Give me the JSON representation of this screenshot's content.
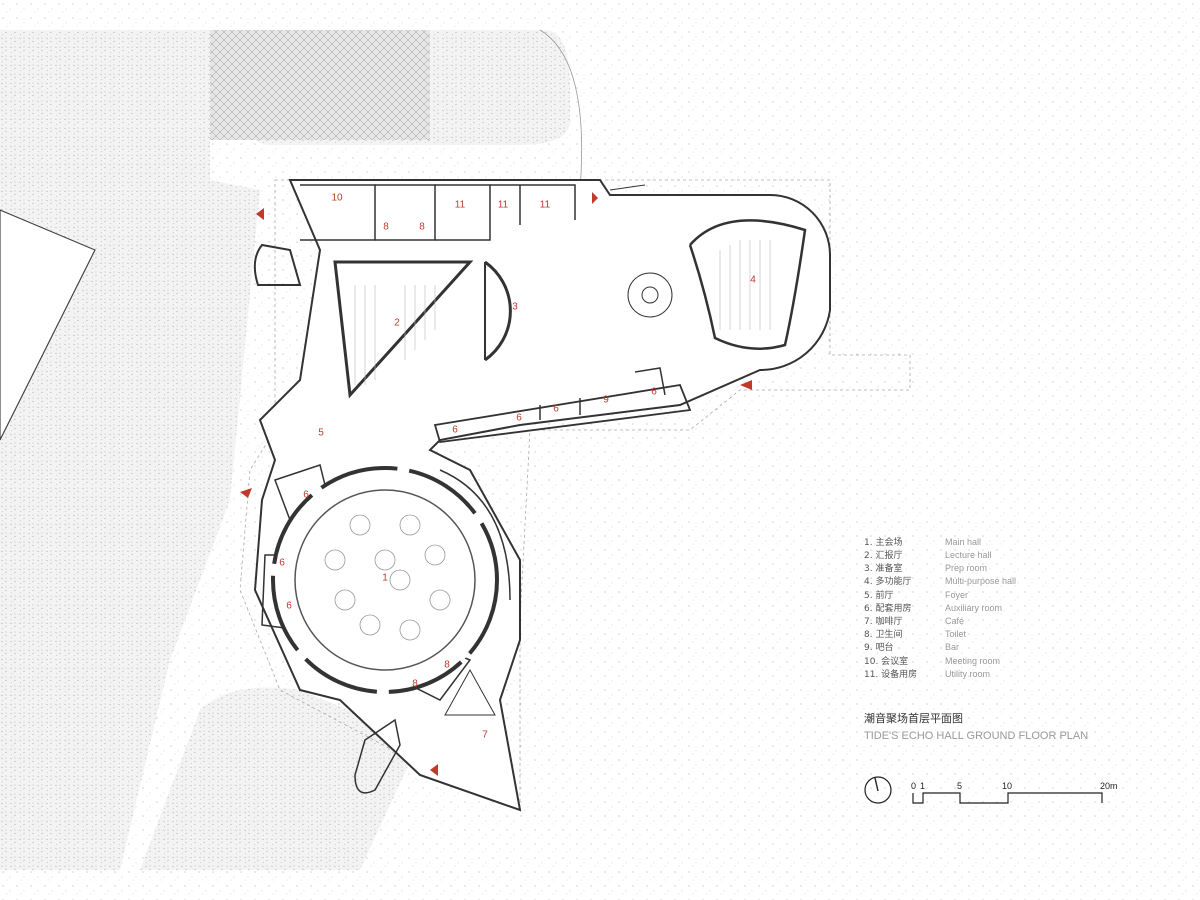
{
  "plan": {
    "title_cn": "潮音聚场首层平面图",
    "title_en": "TIDE'S ECHO HALL GROUND FLOOR PLAN",
    "accent_color": "#c0392b",
    "room_labels": [
      "10",
      "11",
      "11",
      "11",
      "8",
      "8",
      "2",
      "3",
      "4",
      "5",
      "6",
      "6",
      "9",
      "6",
      "6",
      "6",
      "6",
      "6",
      "1",
      "8",
      "8",
      "7"
    ]
  },
  "legend": [
    {
      "cn": "1. 主会场",
      "en": "Main hall"
    },
    {
      "cn": "2. 汇报厅",
      "en": "Lecture hall"
    },
    {
      "cn": "3. 准备室",
      "en": "Prep room"
    },
    {
      "cn": "4. 多功能厅",
      "en": "Multi-purpose hall"
    },
    {
      "cn": "5. 前厅",
      "en": "Foyer"
    },
    {
      "cn": "6. 配套用房",
      "en": "Auxiliary room"
    },
    {
      "cn": "7. 咖啡厅",
      "en": "Café"
    },
    {
      "cn": "8. 卫生间",
      "en": "Toilet"
    },
    {
      "cn": "9. 吧台",
      "en": "Bar"
    },
    {
      "cn": "10. 会议室",
      "en": "Meeting room"
    },
    {
      "cn": "11. 设备用房",
      "en": "Utility room"
    }
  ],
  "scale_bar": {
    "ticks": [
      "0",
      "1",
      "5",
      "10",
      "20m"
    ]
  }
}
